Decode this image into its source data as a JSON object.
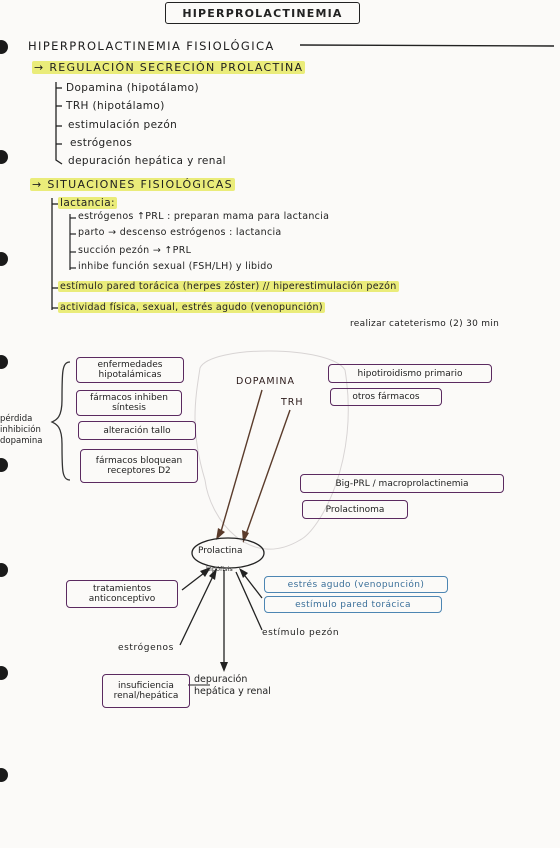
{
  "title": "HIPERPROLACTINEMIA",
  "physio": {
    "heading": "HIPERPROLACTINEMIA FISIOLÓGICA",
    "regulation": {
      "heading": "→ REGULACIÓN SECRECIÓN PROLACTINA",
      "items": [
        "Dopamina (hipotálamo)",
        "TRH (hipotálamo)",
        "estimulación pezón",
        "estrógenos",
        "depuración hepática y renal"
      ]
    },
    "situations": {
      "heading": "→ SITUACIONES FISIOLÓGICAS",
      "lactation_label": "lactancia:",
      "lactation_items": [
        "estrógenos ↑PRL : preparan mama para lactancia",
        "parto → descenso estrógenos : lactancia",
        "succión pezón → ↑PRL",
        "inhibe función sexual (FSH/LH) y libido"
      ],
      "chest_wall": "estímulo pared torácica (herpes zóster) // hiperestimulación pezón",
      "activity": "actividad física, sexual, estrés agudo (venopunción)",
      "note": "realizar cateterismo (2) 30 min"
    }
  },
  "diagram": {
    "dopamine_loss_label": "pérdida inhibición dopamina",
    "left_boxes": [
      "enfermedades hipotalámicas",
      "fármacos inhiben síntesis",
      "alteración tallo",
      "fármacos bloquean receptores D2"
    ],
    "right_boxes": [
      "hipotiroidismo primario",
      "otros fármacos",
      "Big-PRL / macroprolactinemia",
      "Prolactinoma"
    ],
    "dopamina": "DOPAMINA",
    "trh": "TRH",
    "center": "Prolactina",
    "center_sub": "hipófisis",
    "contraceptive_box": "tratamientos anticonceptivo",
    "blue_boxes": [
      "estrés agudo (venopunción)",
      "estímulo pared torácica"
    ],
    "estrogens": "estrógenos",
    "nipple": "estímulo pezón",
    "failure_box": "insuficiencia renal/hepática",
    "clearance": "depuración hepática y renal"
  }
}
